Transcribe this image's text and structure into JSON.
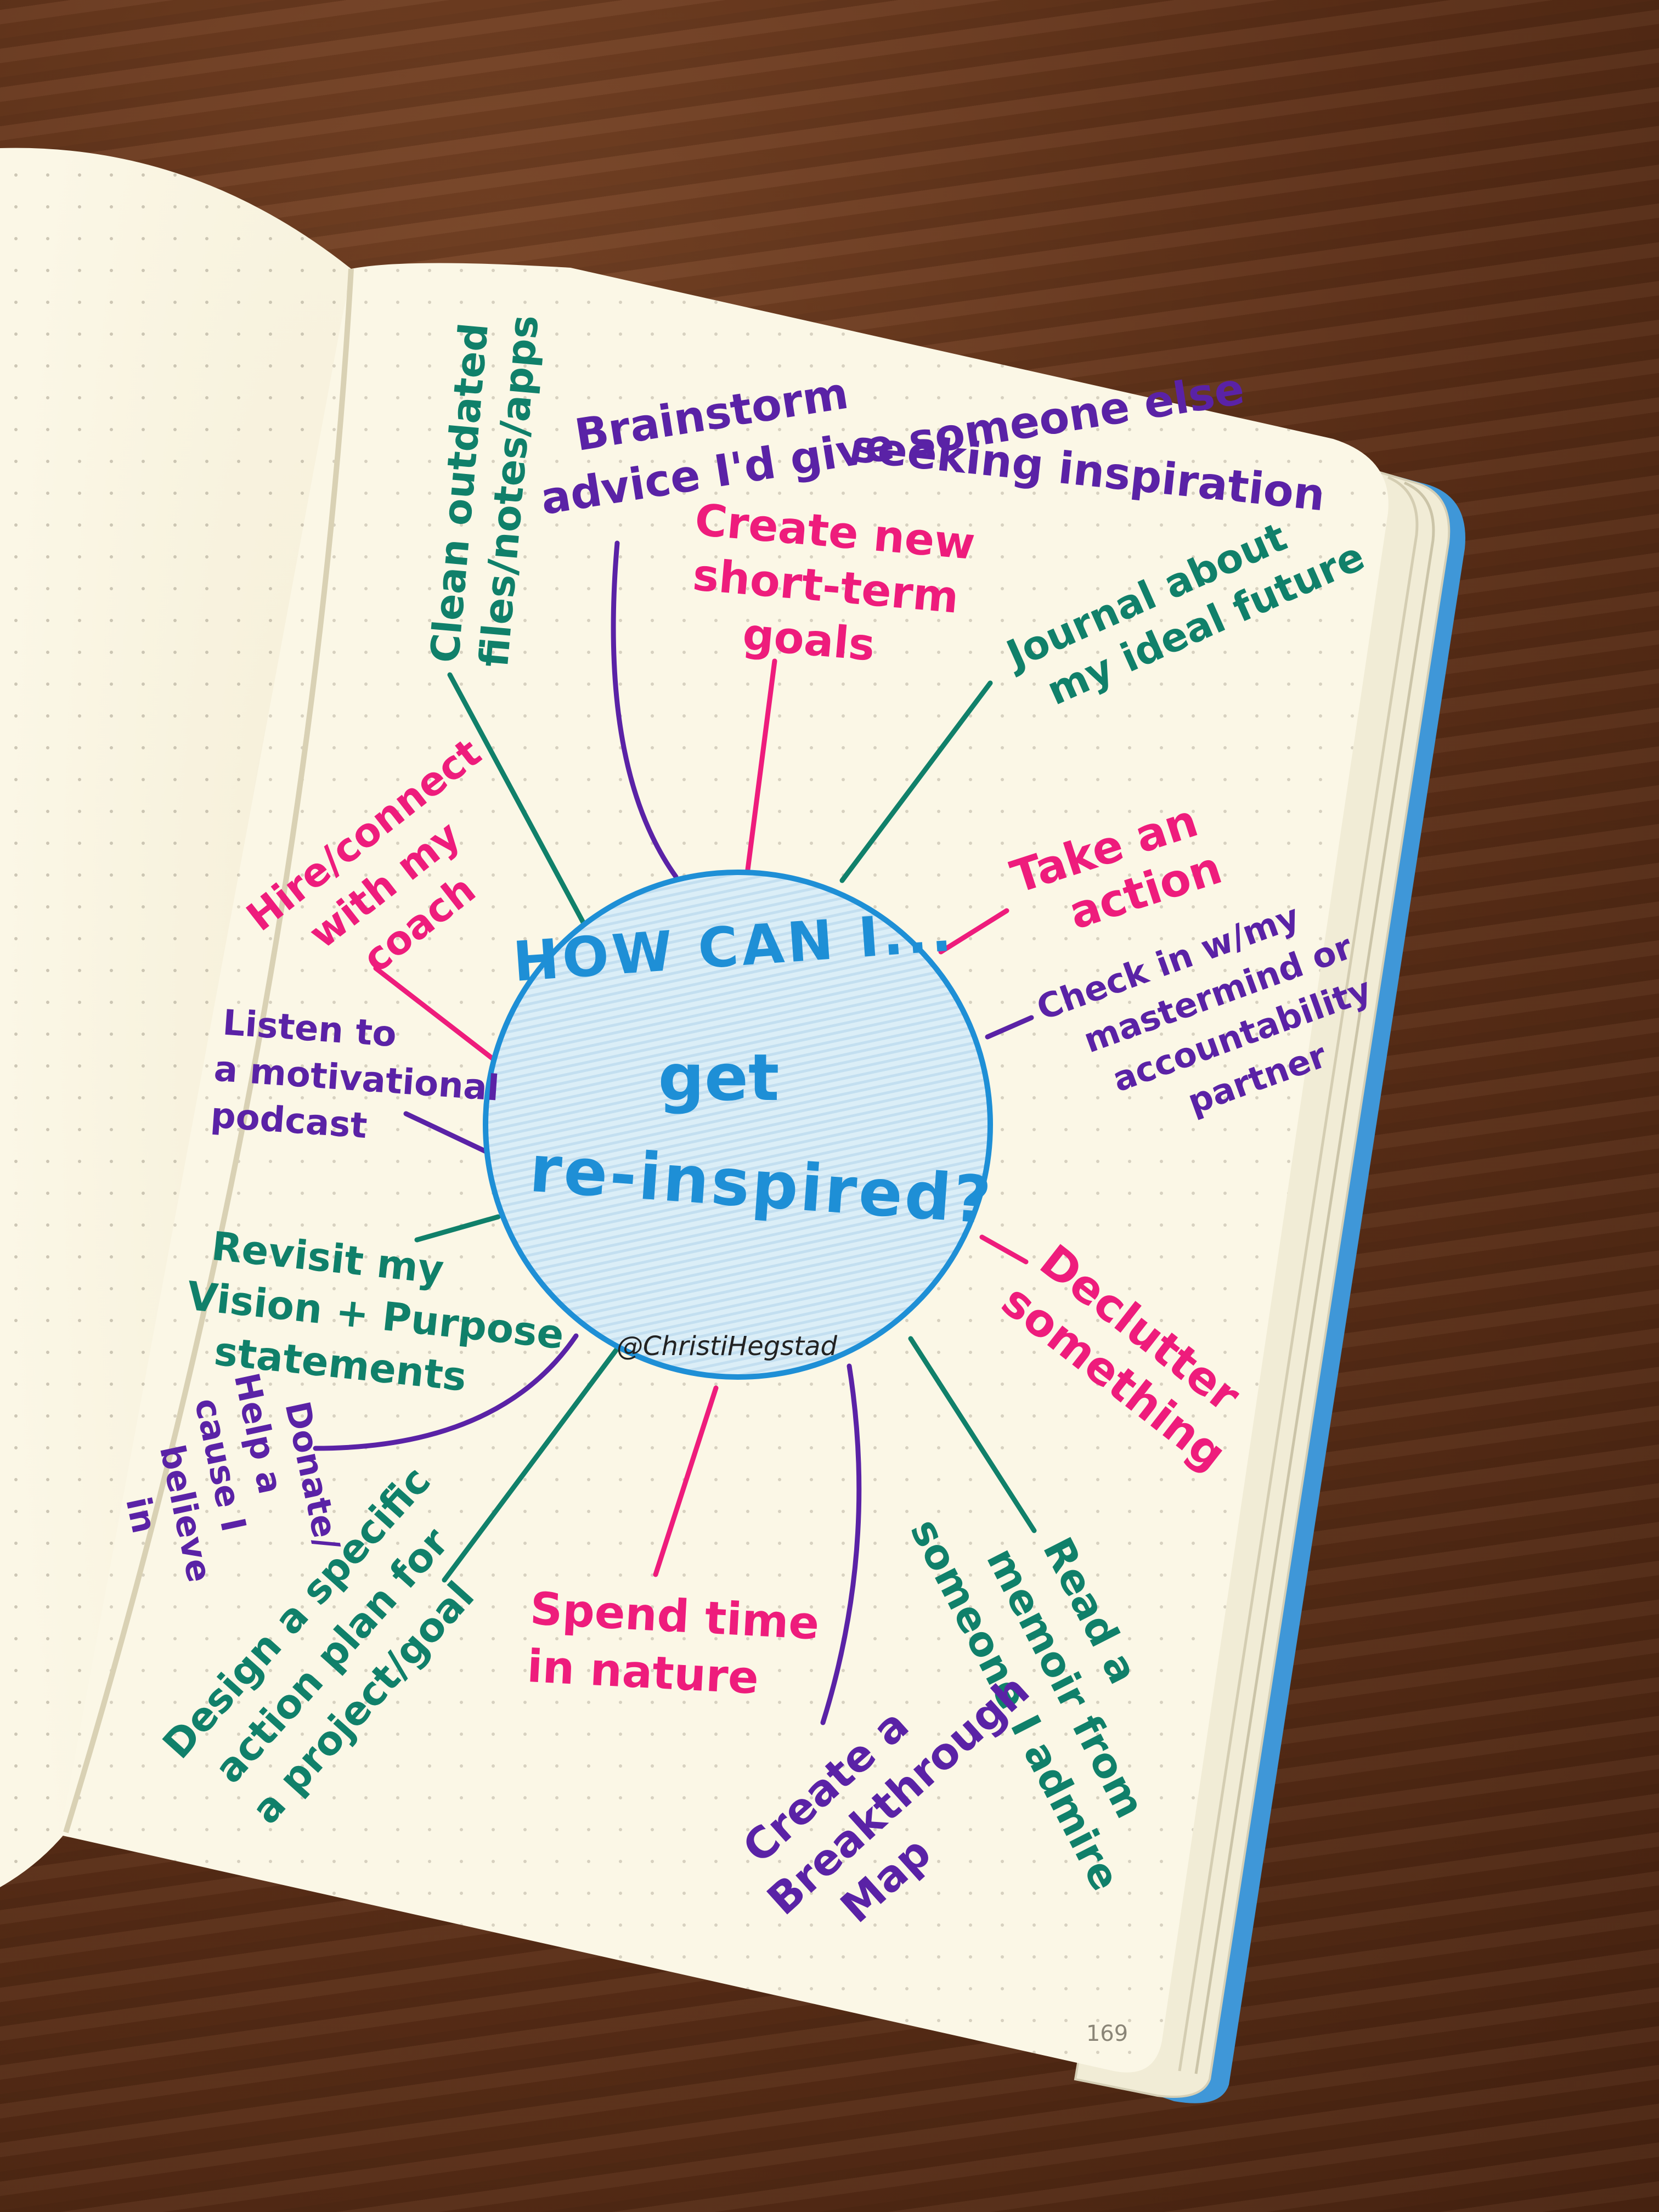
{
  "colors": {
    "table": "#5a2e17",
    "paper": "#fbf7e6",
    "cover": "#3f97d8",
    "teal": "#10806a",
    "purple": "#5a22a6",
    "pink": "#ee1c7c",
    "blue": "#1e8fd6",
    "circle_fill": "#d7ebf5"
  },
  "center": {
    "line1": "HOW CAN I...",
    "line2": "get",
    "line3": "re-inspired?",
    "signature": "@ChristiHegstad"
  },
  "page_number": "169",
  "ideas": {
    "clean_files": [
      "Clean outdated",
      "files/notes/apps"
    ],
    "brainstorm": [
      "Brainstorm",
      "advice I'd give someone else",
      "seeking inspiration"
    ],
    "short_term_goals": [
      "Create new",
      "short-term",
      "goals"
    ],
    "journal": [
      "Journal about",
      "my ideal future"
    ],
    "take_action": [
      "Take an",
      "action"
    ],
    "check_in": [
      "Check in w/my",
      "mastermind or",
      "accountability",
      "partner"
    ],
    "declutter": [
      "Declutter",
      "something"
    ],
    "read_memoir": [
      "Read a",
      "memoir from",
      "someone I admire"
    ],
    "breakthrough": [
      "Create a",
      "Breakthrough",
      "Map"
    ],
    "nature": [
      "Spend time",
      "in nature"
    ],
    "action_plan": [
      "Design a specific",
      "action plan for",
      "a project/goal"
    ],
    "donate": [
      "Donate/",
      "Help a",
      "cause I",
      "believe",
      "in"
    ],
    "revisit": [
      "Revisit my",
      "Vision + Purpose",
      "statements"
    ],
    "podcast": [
      "Listen to",
      "a motivational",
      "podcast"
    ],
    "coach": [
      "Hire/connect",
      "with my",
      "coach"
    ]
  }
}
